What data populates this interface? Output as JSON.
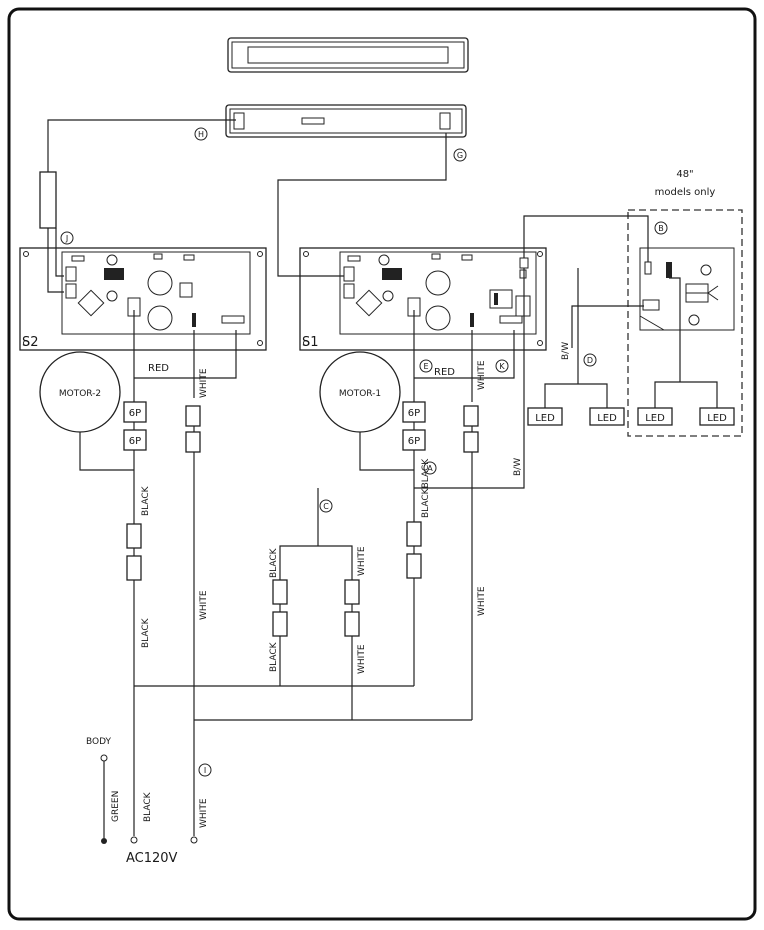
{
  "title_48": "48\"",
  "title_models": "models only",
  "boards": {
    "s1": "S1",
    "s2": "S2"
  },
  "motors": {
    "m1": "MOTOR-1",
    "m2": "MOTOR-2"
  },
  "connectors": {
    "six_p": "6P"
  },
  "leds": {
    "label": "LED"
  },
  "wires": {
    "red": "RED",
    "white": "WHITE",
    "black": "BLACK",
    "bw": "B/W",
    "green": "GREEN",
    "black_black": "BLACKBLACK"
  },
  "markers": {
    "a": "A",
    "b": "B",
    "c": "C",
    "d": "D",
    "e": "E",
    "g": "G",
    "h": "H",
    "i": "I",
    "j": "J",
    "k": "K"
  },
  "body": "BODY",
  "supply": "AC120V"
}
